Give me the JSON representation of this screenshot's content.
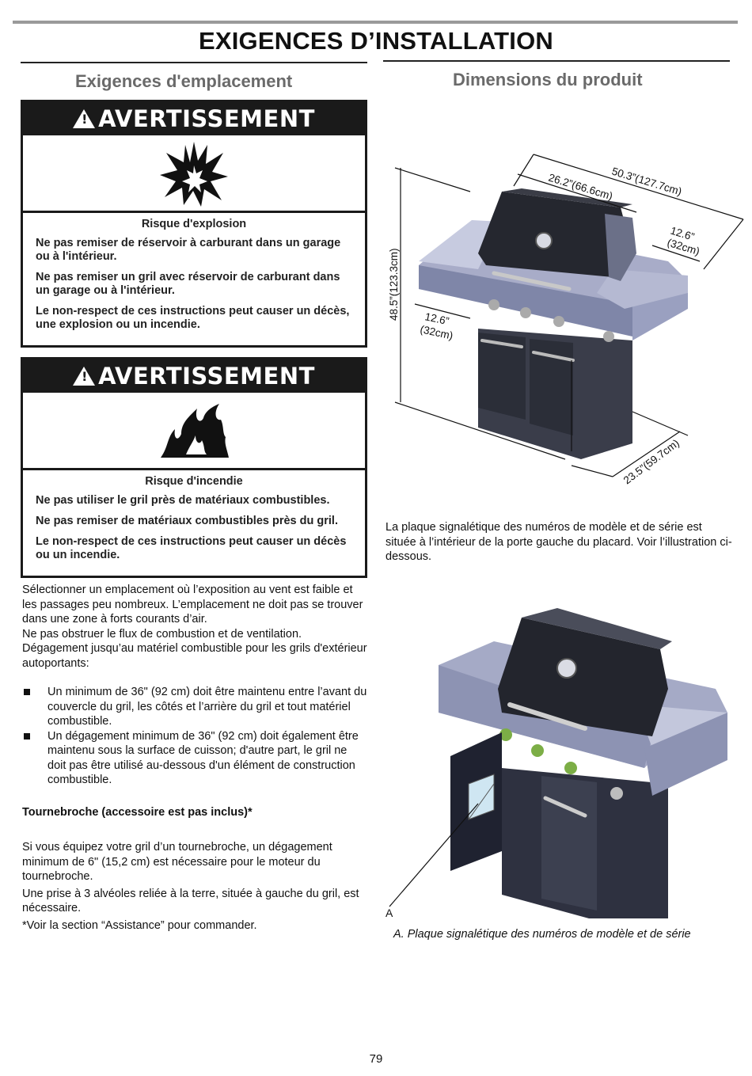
{
  "page": {
    "title": "EXIGENCES D’INSTALLATION",
    "number": "79"
  },
  "left": {
    "section_title": "Exigences d'emplacement",
    "warning1": {
      "header": "AVERTISSEMENT",
      "icon": "explosion-icon",
      "risk": "Risque d'explosion",
      "p1": "Ne pas remiser de réservoir à carburant dans un garage ou à l'intérieur.",
      "p2": "Ne pas remiser un gril avec réservoir de carburant dans un garage ou à l'intérieur.",
      "p3": "Le non-respect de ces instructions peut causer un décès, une explosion ou un incendie."
    },
    "warning2": {
      "header": "AVERTISSEMENT",
      "icon": "fire-icon",
      "risk": "Risque d'incendie",
      "p1": "Ne pas utiliser le gril près de matériaux combustibles.",
      "p2": "Ne pas remiser de matériaux combustibles près du gril.",
      "p3": "Le non-respect de ces instructions peut causer un décès ou un incendie."
    },
    "intro": [
      "Sélectionner un emplacement où l’exposition au vent est faible et les passages peu nombreux. L’emplacement ne doit pas se trouver dans une zone à forts courants d’air.",
      "Ne pas obstruer le flux de combustion et de ventilation.",
      "Dégagement jusqu’au matériel combustible pour les grils d'extérieur autoportants:"
    ],
    "bullets": [
      "Un minimum de 36\" (92 cm) doit être maintenu entre l’avant du couvercle du gril, les côtés et l’arrière du gril et tout matériel combustible.",
      "Un dégagement minimum de 36\" (92 cm) doit également être maintenu sous la surface de cuisson; d'autre part, le gril ne doit pas être utilisé au-dessous d'un élément de construction combustible."
    ],
    "rotisserie_heading": "Tournebroche (accessoire est pas inclus)*",
    "rotisserie_p1": "Si vous équipez votre gril d’un tournebroche, un dégagement minimum de 6\" (15,2 cm) est nécessaire pour le moteur du tournebroche.",
    "rotisserie_p2": "Une prise à 3 alvéoles reliée à la terre, située à gauche du gril, est nécessaire.",
    "rotisserie_p3": "*Voir la section “Assistance” pour commander."
  },
  "right": {
    "section_title": "Dimensions du produit",
    "dims": {
      "total_width": "50.3”(127.7cm)",
      "body_width": "26.2”(66.6cm)",
      "shelf_right_a": "12.6”",
      "shelf_right_b": "(32cm)",
      "shelf_left_a": "12.6”",
      "shelf_left_b": "(32cm)",
      "height": "48.5”(123.3cm)",
      "depth": "23.5”(59.7cm)"
    },
    "plate_text": "La plaque signalétique des numéros de modèle et de série est située à l’intérieur de la porte gauche du placard. Voir l’illustration ci-dessous.",
    "callout_label": "A",
    "caption": "A. Plaque signalétique des numéros de modèle et de série"
  }
}
